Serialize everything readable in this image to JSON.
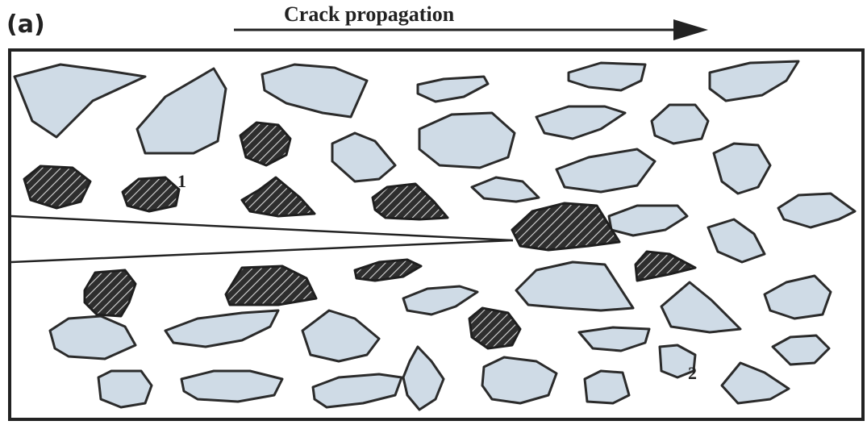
{
  "diagram": {
    "panel_label": "(a)",
    "title": "Crack propagation",
    "markers": [
      "1",
      "2"
    ],
    "colors": {
      "background": "#ffffff",
      "light_particle": "#cfdbe6",
      "dark_particle": "#2e2e2e",
      "hatch": "#d9d9d9",
      "outline": "#2b2b2b"
    }
  }
}
